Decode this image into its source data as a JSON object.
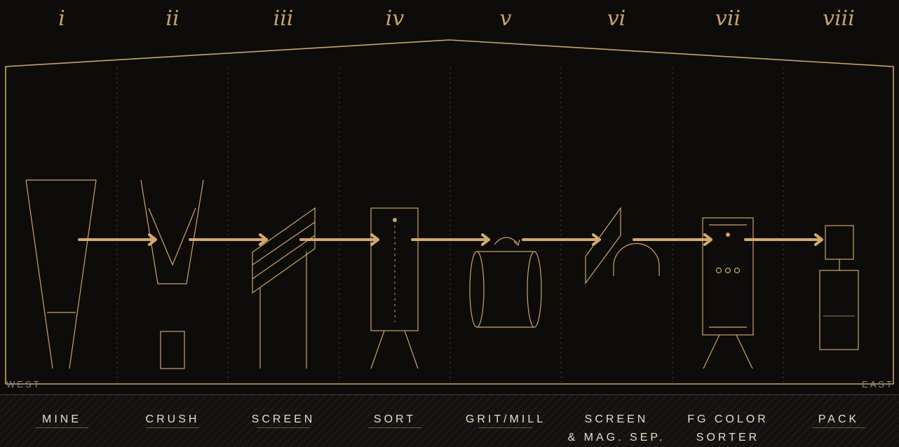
{
  "numerals": [
    "i",
    "ii",
    "iii",
    "iv",
    "v",
    "vi",
    "vii",
    "viii"
  ],
  "edges": {
    "west": "WEST",
    "east": "EAST"
  },
  "stages": [
    {
      "line1": "MINE",
      "line2": ""
    },
    {
      "line1": "CRUSH",
      "line2": ""
    },
    {
      "line1": "SCREEN",
      "line2": ""
    },
    {
      "line1": "SORT",
      "line2": ""
    },
    {
      "line1": "GRIT/MILL",
      "line2": ""
    },
    {
      "line1": "SCREEN",
      "line2": "& MAG. SEP."
    },
    {
      "line1": "FG COLOR",
      "line2": "SORTER"
    },
    {
      "line1": "PACK",
      "line2": ""
    }
  ],
  "colors": {
    "accent": "#c9a46a",
    "background": "#0e0c0a",
    "label": "#e6dccb"
  }
}
